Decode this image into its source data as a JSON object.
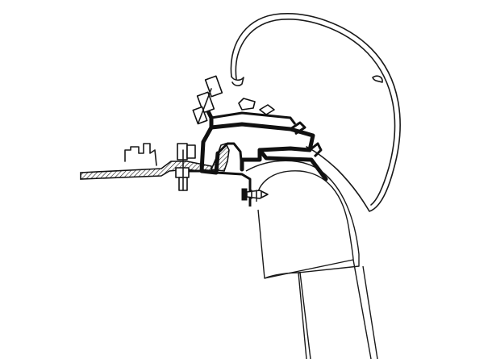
{
  "diagram": {
    "kind": "technical line drawing",
    "colors": {
      "background": "#ffffff",
      "line": "#111111"
    },
    "components": [
      "awning-case",
      "mounting-bracket",
      "vehicle-roof-panel",
      "vehicle-side-wall",
      "upper-hex-bolt",
      "lower-hex-bolt",
      "rubber-seal",
      "self-tapping-screw",
      "roof-rail"
    ]
  }
}
